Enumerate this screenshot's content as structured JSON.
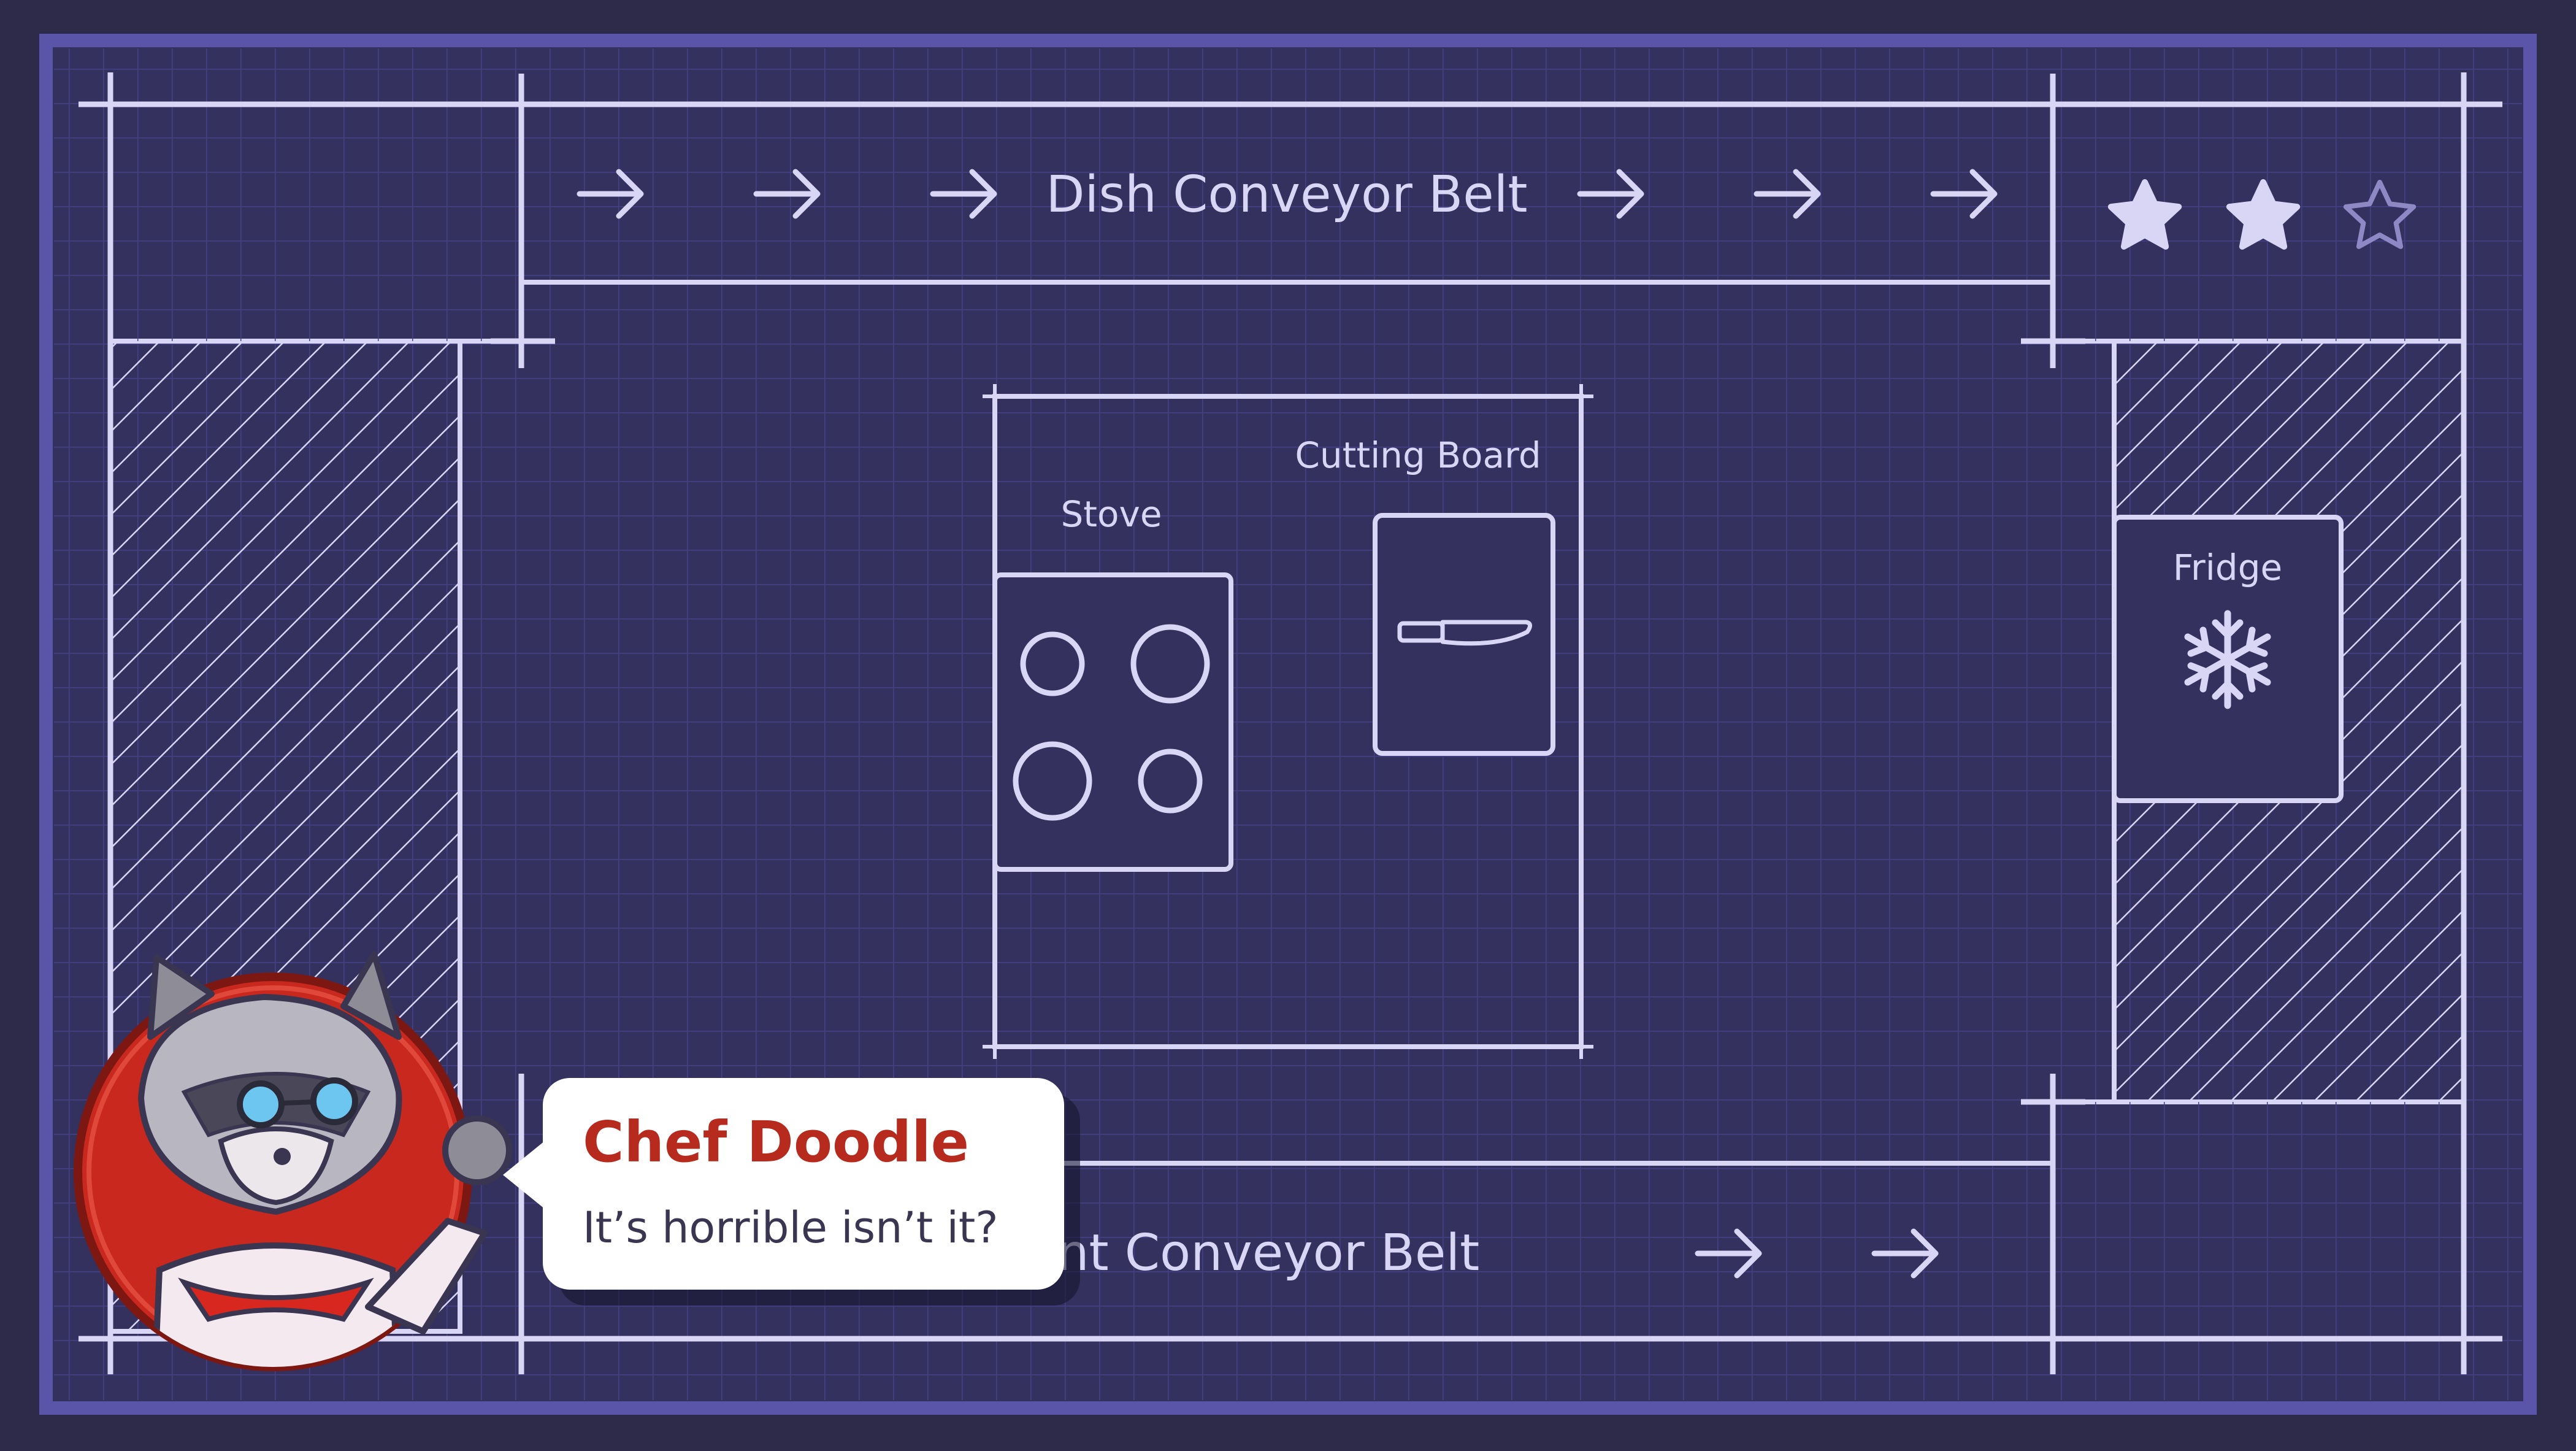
{
  "labels": {
    "dish_belt": "Dish Conveyor Belt",
    "ingredient_belt": "Ingredient Conveyor Belt",
    "stove": "Stove",
    "cutting_board": "Cutting Board",
    "fridge": "Fridge"
  },
  "rating": {
    "filled": 2,
    "total": 3
  },
  "dialog": {
    "speaker": "Chef Doodle",
    "text": "It’s horrible isn’t it?"
  },
  "icons": {
    "belt_arrow": "arrow-right-icon",
    "star": "star-icon",
    "fridge": "snowflake-icon",
    "board": "knife-icon",
    "avatar": "raccoon-chef-avatar"
  },
  "colors": {
    "background": "#2d2a4a",
    "frame": "#5a55a8",
    "blueprint": "#34315f",
    "grid": "#45428a",
    "line": "#d9d6f5",
    "speaker": "#b72a1e",
    "avatar_bg": "#c9281e"
  }
}
